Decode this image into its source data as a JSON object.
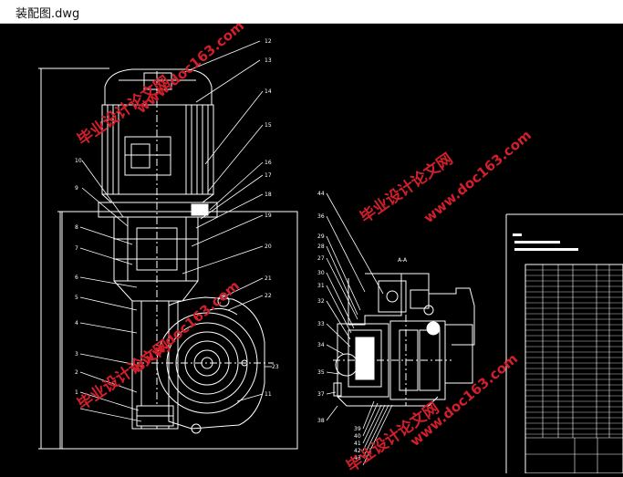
{
  "window": {
    "title": "装配图.dwg"
  },
  "watermark": {
    "text_cn": "毕业设计论文网",
    "text_url": "www.doc163.com",
    "color": "#d21f2b"
  },
  "colors": {
    "background": "#000000",
    "line": "#ffffff"
  },
  "drawing": {
    "section_label": "A-A",
    "balloons_main": [
      "12",
      "13",
      "14",
      "15",
      "16",
      "17",
      "18",
      "19",
      "20",
      "21",
      "22",
      "23",
      "11",
      "10",
      "9",
      "8",
      "7",
      "6",
      "5",
      "4",
      "3",
      "2",
      "1"
    ],
    "balloons_section": [
      "44",
      "36",
      "29",
      "28",
      "27",
      "30",
      "31",
      "32",
      "33",
      "34",
      "35",
      "37",
      "38",
      "39",
      "40",
      "41",
      "42",
      "43"
    ]
  }
}
